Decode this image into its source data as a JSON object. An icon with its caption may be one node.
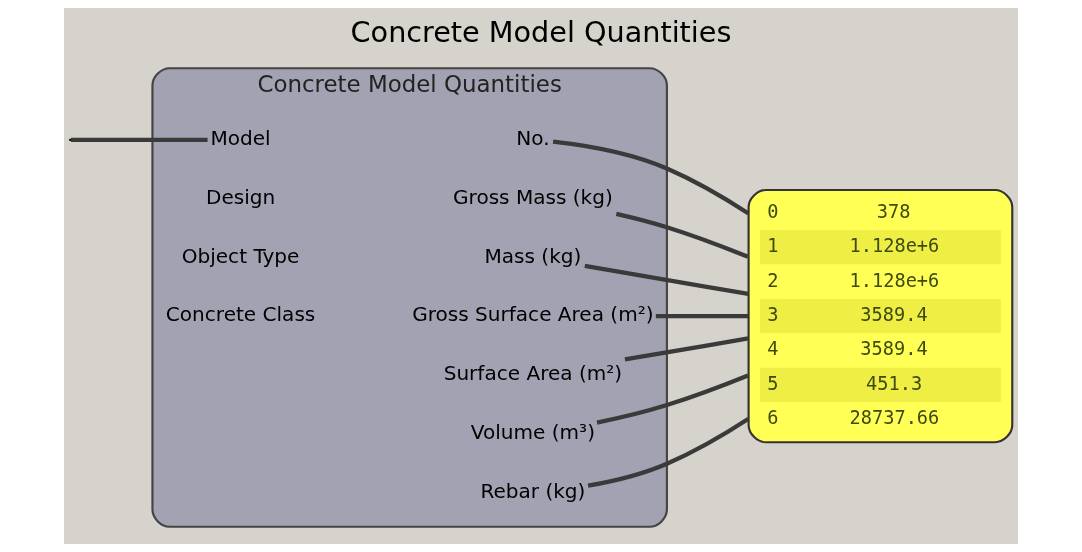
{
  "diagram": {
    "title": "Concrete Model Quantities",
    "nodes": [
      {
        "text": [
          "Concrete Model Quantities"
        ]
      },
      {
        "text": [
          "Model"
        ],
        "in": 0
      },
      {
        "text": [
          "Design"
        ],
        "in": 0
      },
      {
        "text": [
          "Object Type"
        ],
        "in": 0
      },
      {
        "text": [
          "Concrete Class"
        ],
        "in": 0
      },
      {
        "text": [
          "No."
        ],
        "in": 0
      },
      {
        "text": [
          "Gross Mass (kg)"
        ],
        "in": 0
      },
      {
        "text": [
          "Mass (kg)"
        ],
        "in": 0
      },
      {
        "text": [
          "Gross Surface Area (m²)"
        ],
        "in": 0
      },
      {
        "text": [
          "Surface Area (m²)"
        ],
        "in": 0
      },
      {
        "text": [
          "Volume (m³)"
        ],
        "in": 0
      },
      {
        "text": [
          "Rebar (kg)"
        ],
        "in": 0
      },
      {
        "text": [
          "0",
          "378",
          "1",
          "1.128e+6",
          "2",
          "1.128e+6",
          "3",
          "3589.4",
          "4",
          "3589.4",
          "5",
          "451.3",
          "6",
          "28737.66"
        ]
      }
    ],
    "edges": [
      {
        "from": null,
        "to": 1,
        "arrow": "none"
      },
      {
        "from": 5,
        "to": 12,
        "arrow": "none"
      },
      {
        "from": 6,
        "to": 12,
        "arrow": "none"
      },
      {
        "from": 7,
        "to": 12,
        "arrow": "none"
      },
      {
        "from": 8,
        "to": 12,
        "arrow": "none"
      },
      {
        "from": 9,
        "to": 12,
        "arrow": "none"
      },
      {
        "from": 10,
        "to": 12,
        "arrow": "none"
      },
      {
        "from": 11,
        "to": 12,
        "arrow": "none"
      }
    ]
  }
}
